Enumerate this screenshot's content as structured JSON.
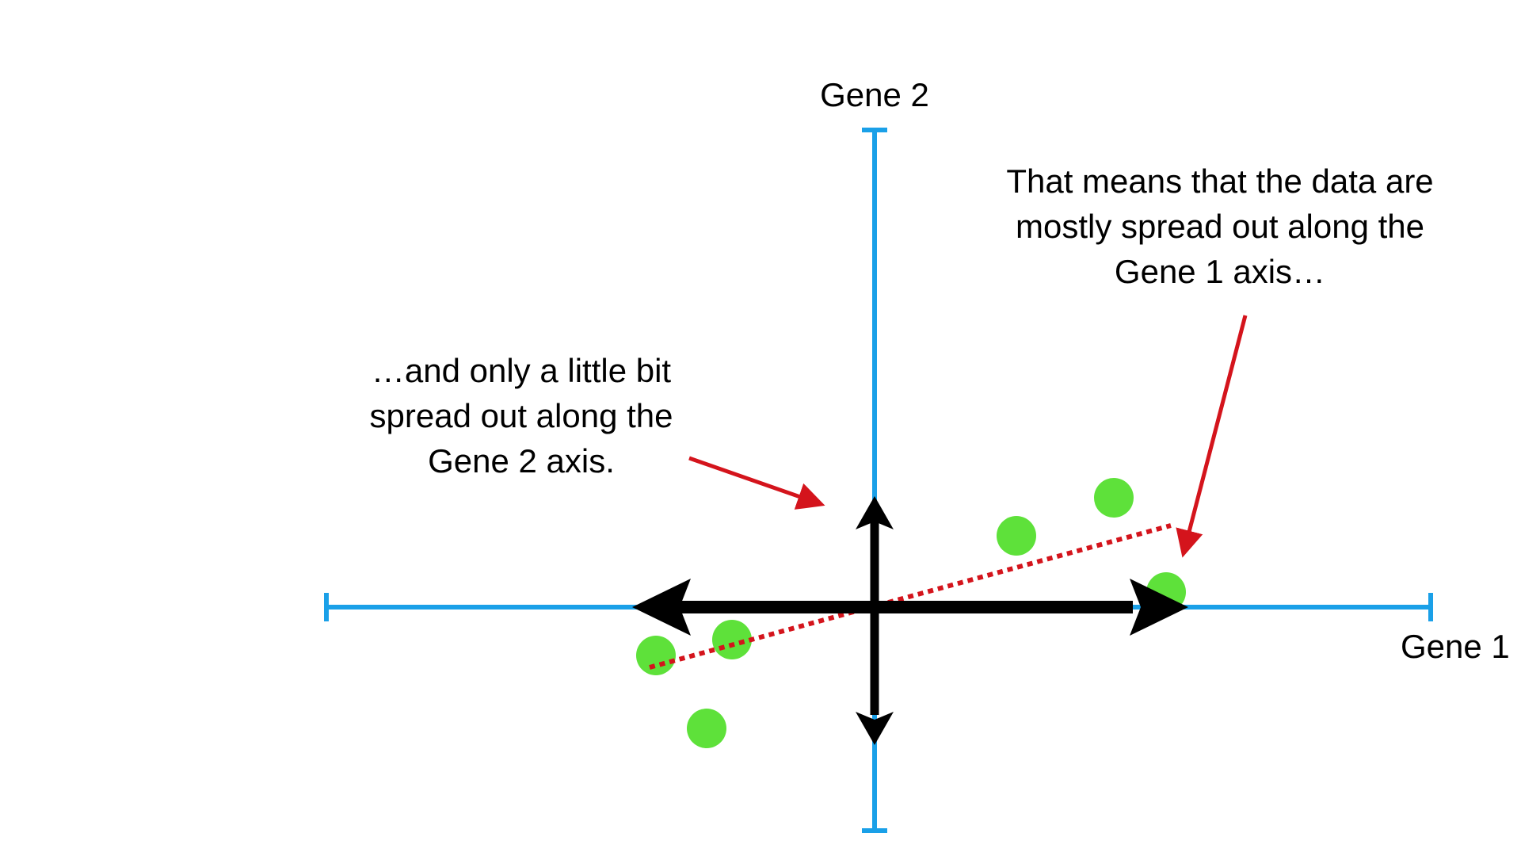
{
  "axes": {
    "x_label": "Gene 1",
    "y_label": "Gene 2",
    "axis_color": "#1aa0e8"
  },
  "annotations": {
    "right_lines": [
      "That means that the data are",
      "mostly spread out along the",
      "Gene 1 axis…"
    ],
    "left_lines": [
      "…and only a little bit",
      "spread out along the",
      "Gene 2 axis."
    ],
    "arrow_color": "#d4141c"
  },
  "colors": {
    "point": "#5ee13a",
    "spread_arrows": "#000000",
    "fit_line": "#d4141c"
  }
}
